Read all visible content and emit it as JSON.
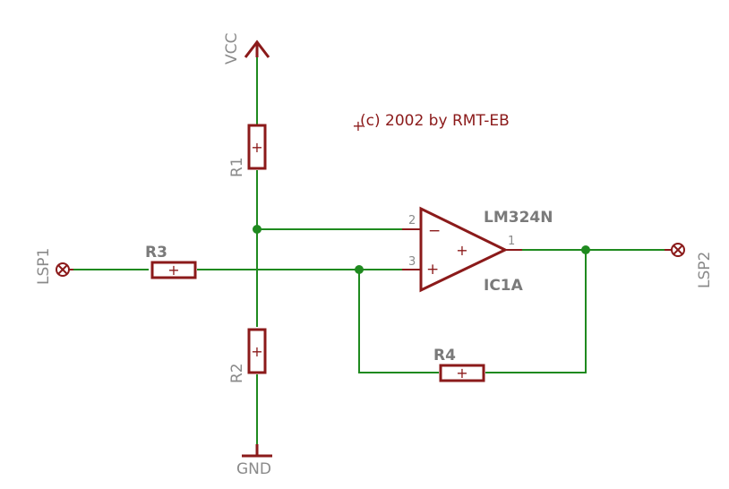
{
  "copyright": "(c) 2002 by RMT-EB",
  "power": {
    "vcc": "VCC",
    "gnd": "GND"
  },
  "resistors": {
    "r1": "R1",
    "r2": "R2",
    "r3": "R3",
    "r4": "R4"
  },
  "speakers": {
    "lsp1": "LSP1",
    "lsp2": "LSP2"
  },
  "opamp": {
    "part": "LM324N",
    "name": "IC1A",
    "pin_inverting": "2",
    "pin_noninverting": "3",
    "pin_output": "1",
    "sign_minus": "−",
    "sign_plus": "+"
  },
  "symbols": {
    "resistor_mark": "+",
    "origin_mark": "+"
  },
  "colors": {
    "wire": "#1f8a1f",
    "component": "#8b1a1a",
    "label": "#8a8a8a"
  }
}
